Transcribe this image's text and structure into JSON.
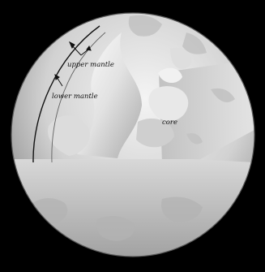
{
  "figure": {
    "background": "#000000",
    "labels": {
      "upper_mantle": "upper mantle",
      "lower_mantle": "lower mantle",
      "core": "core"
    }
  }
}
